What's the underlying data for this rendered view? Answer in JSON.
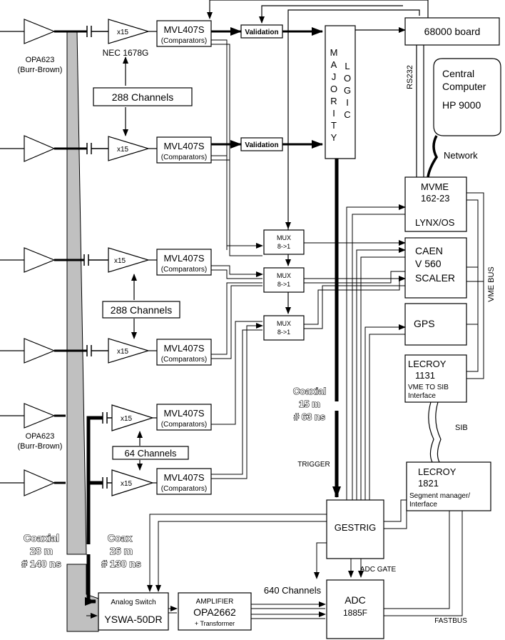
{
  "amplifiers": {
    "opa623_top": [
      "OPA623",
      "(Burr-Brown)"
    ],
    "nec": "NEC 1678G",
    "opa623_bottom": [
      "OPA623",
      "(Burr-Brown)"
    ]
  },
  "gain_label": "x15",
  "comparator": {
    "title": "MVL407S",
    "sub": "(Comparators)"
  },
  "channels": {
    "group_a": "288 Channels",
    "group_b": "288 Channels",
    "group_c": "64 Channels",
    "adc": "640 Channels"
  },
  "validation": "Validation",
  "majority_logic": [
    "M",
    "A",
    "J",
    "O",
    "R",
    "I",
    "T",
    "Y"
  ],
  "majority_logic_right": [
    "L",
    "O",
    "G",
    "I",
    "C"
  ],
  "board_68000": "68000 board",
  "rs232": "RS232",
  "central_computer": [
    "Central",
    "Computer",
    "HP 9000"
  ],
  "network": "Network",
  "mvme": [
    "MVME",
    "162-23",
    "LYNX/OS"
  ],
  "mux": [
    "MUX",
    "8->1"
  ],
  "caen": [
    "CAEN",
    "V 560",
    "SCALER"
  ],
  "vme_bus": "VME BUS",
  "gps": "GPS",
  "lecroy_1131": [
    "LECROY",
    "1131",
    "VME TO SIB",
    "Interface"
  ],
  "sib": "SIB",
  "lecroy_1821": [
    "LECROY",
    "1821",
    "Segment manager/",
    "Interface"
  ],
  "coaxial_15": [
    "Coaxial",
    "15 m",
    "# 63 ns"
  ],
  "trigger": "TRIGGER",
  "gestrig": "GESTRIG",
  "adc_gate": "ADC GATE",
  "adc": [
    "ADC",
    "1885F"
  ],
  "fastbus": "FASTBUS",
  "coaxial_28": [
    "Coaxial",
    "28 m",
    "# 140 ns"
  ],
  "coax_26": [
    "Coax",
    "26 m",
    "# 130 ns"
  ],
  "analog_switch": [
    "Analog Switch",
    "YSWA-50DR"
  ],
  "amplifier": [
    "AMPLIFIER",
    "OPA2662",
    "+ Transformer"
  ]
}
